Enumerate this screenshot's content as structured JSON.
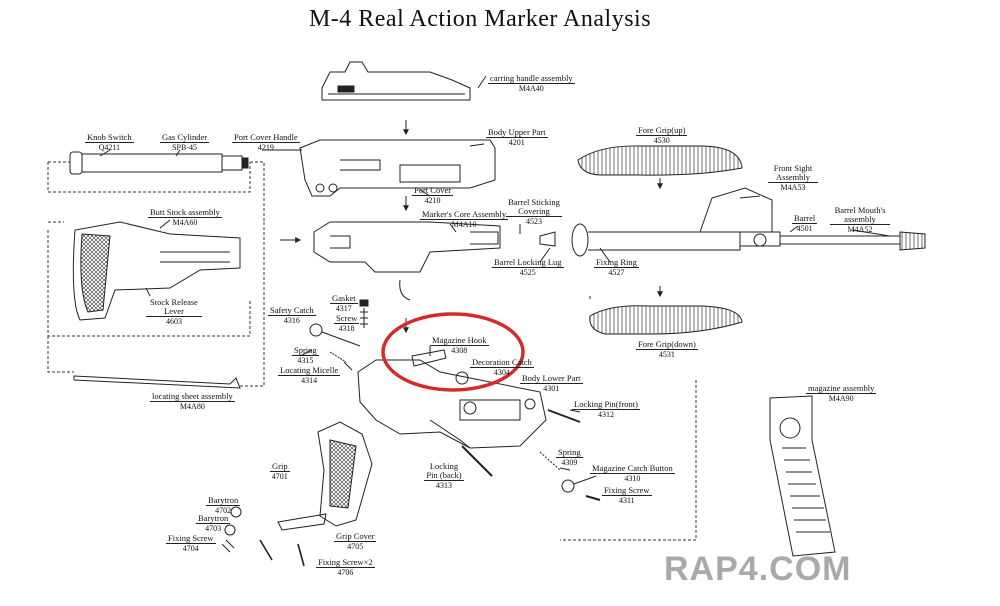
{
  "title": "M-4  Real Action Marker Analysis",
  "brand": "RAP4.COM",
  "highlight_color": "#d32a2a",
  "parts": [
    {
      "id": "carrying",
      "name": "carring handle assembly",
      "code": "M4A40"
    },
    {
      "id": "knob",
      "name": "Knob Switch",
      "code": "Q4211"
    },
    {
      "id": "gascyl",
      "name": "Gas Cylinder",
      "code": "SPB-45"
    },
    {
      "id": "portcoverhandle",
      "name": "Port Cover Handle",
      "code": "4219"
    },
    {
      "id": "bodyupper",
      "name": "Body Upper Part",
      "code": "4201"
    },
    {
      "id": "foregripup",
      "name": "Fore Grip(up)",
      "code": "4530"
    },
    {
      "id": "frontsight",
      "name": "Front Sight Assembly",
      "code": "M4A53"
    },
    {
      "id": "portcover",
      "name": "Port Cover",
      "code": "4210"
    },
    {
      "id": "buttstock",
      "name": "Butt Stock assembly",
      "code": "M4A60"
    },
    {
      "id": "markerscore",
      "name": "Marker's Core Assembly",
      "code": "M4A10"
    },
    {
      "id": "barrelsticking",
      "name": "Barrel Sticking Covering",
      "code": "4523"
    },
    {
      "id": "barrel",
      "name": "Barrel",
      "code": "4501"
    },
    {
      "id": "barrelmouth",
      "name": "Barrel Mouth's assembly",
      "code": "M4A52"
    },
    {
      "id": "barrellocking",
      "name": "Barrel Locking Lug",
      "code": "4525"
    },
    {
      "id": "fixingring",
      "name": "Fixing Ring",
      "code": "4527"
    },
    {
      "id": "stockrelease",
      "name": "Stock Release Lever",
      "code": "4603"
    },
    {
      "id": "gasket",
      "name": "Gasket",
      "code": "4317"
    },
    {
      "id": "screw",
      "name": "Screw",
      "code": "4318"
    },
    {
      "id": "safetycatch",
      "name": "Safety Catch",
      "code": "4316"
    },
    {
      "id": "magazinehook",
      "name": "Magazine Hook",
      "code": "4308"
    },
    {
      "id": "foregripdown",
      "name": "Fore Grip(down)",
      "code": "4531"
    },
    {
      "id": "spring1",
      "name": "Spring",
      "code": "4315"
    },
    {
      "id": "decorationcatch",
      "name": "Decoration Catch",
      "code": "4304"
    },
    {
      "id": "locatingmicelle",
      "name": "Locating Micelle",
      "code": "4314"
    },
    {
      "id": "bodylower",
      "name": "Body Lower Part",
      "code": "4301"
    },
    {
      "id": "locatingsheet",
      "name": "locating sheet assembly",
      "code": "M4A80"
    },
    {
      "id": "magazine",
      "name": "magazine assembly",
      "code": "M4A90"
    },
    {
      "id": "lockingpinfront",
      "name": "Locking Pin(front)",
      "code": "4312"
    },
    {
      "id": "grip",
      "name": "Grip",
      "code": "4701"
    },
    {
      "id": "spring2",
      "name": "Spring",
      "code": "4309"
    },
    {
      "id": "lockingpinback",
      "name": "Locking Pin (back)",
      "code": "4313"
    },
    {
      "id": "magcatchbutton",
      "name": "Magazine Catch Button",
      "code": "4310"
    },
    {
      "id": "fixingscrew1",
      "name": "Fixing Screw",
      "code": "4311"
    },
    {
      "id": "barytron1",
      "name": "Barytron",
      "code": "4702"
    },
    {
      "id": "barytron2",
      "name": "Barytron",
      "code": "4703"
    },
    {
      "id": "fixingscrew2",
      "name": "Fixing Screw",
      "code": "4704"
    },
    {
      "id": "gripcover",
      "name": "Grip Cover",
      "code": "4705"
    },
    {
      "id": "fixingscrewx2",
      "name": "Fixing Screw×2",
      "code": "4706"
    }
  ]
}
